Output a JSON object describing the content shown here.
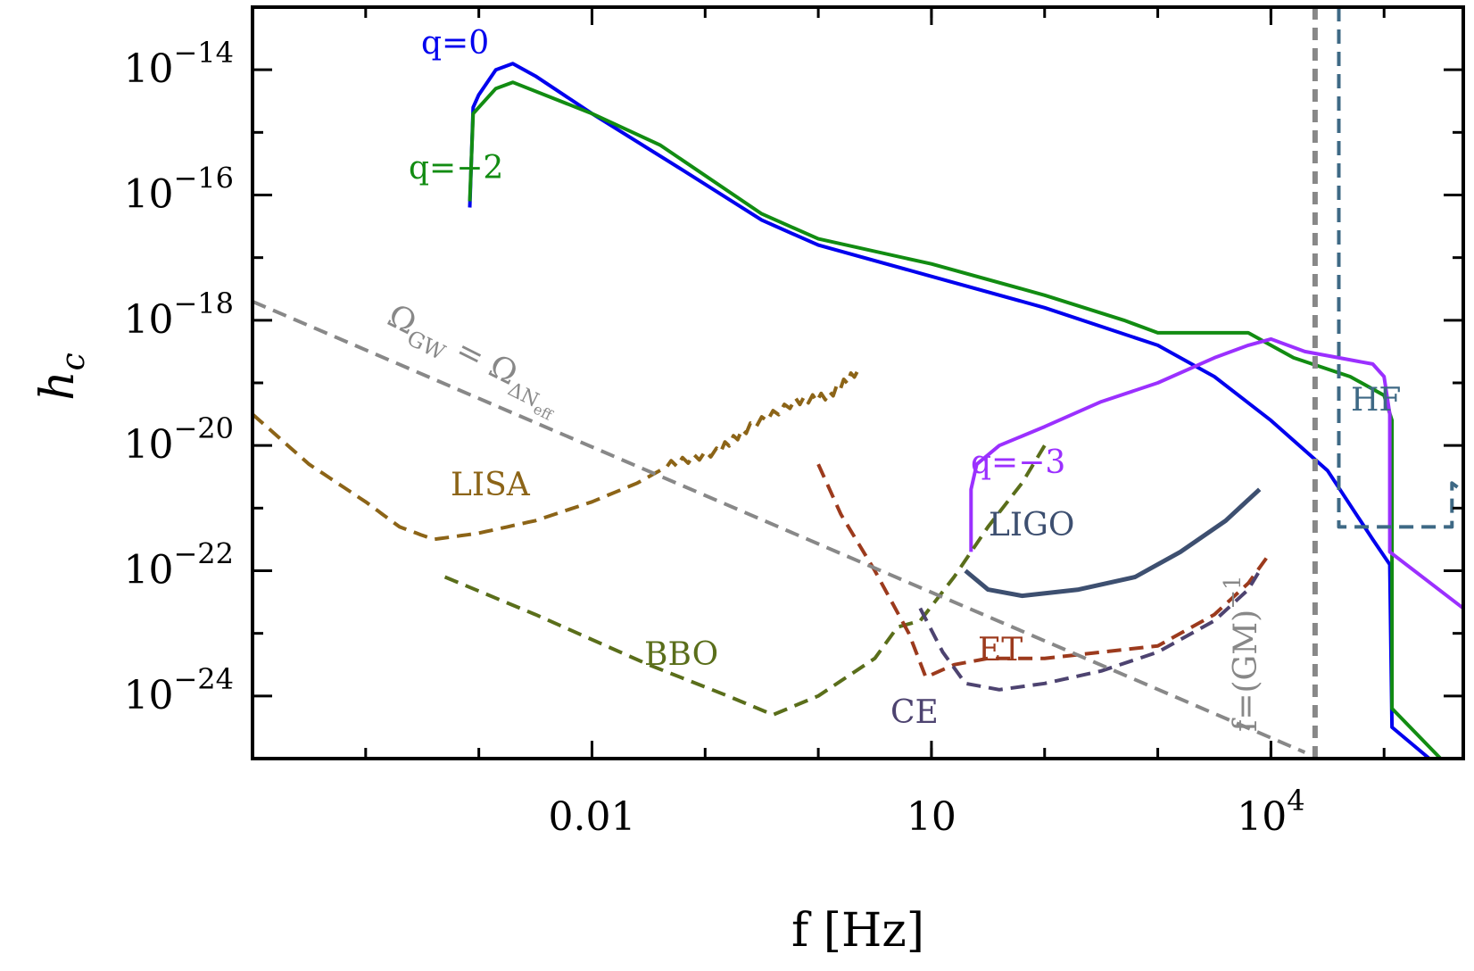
{
  "chart_data": {
    "type": "line",
    "title": "",
    "xlabel": "f [Hz]",
    "ylabel": "h_c",
    "xscale": "log",
    "yscale": "log",
    "xlim_log10": [
      -5,
      5.7
    ],
    "ylim_log10": [
      -25,
      -13
    ],
    "grid": false,
    "legend": "none (curves labeled inline)",
    "x_ticks": [
      {
        "log10": -2,
        "label": "0.01"
      },
      {
        "log10": 1,
        "label": "10"
      },
      {
        "log10": 4,
        "label": "10",
        "sup": "4"
      }
    ],
    "y_ticks": [
      {
        "log10": -14,
        "label": "10",
        "sup": "−14"
      },
      {
        "log10": -16,
        "label": "10",
        "sup": "−16"
      },
      {
        "log10": -18,
        "label": "10",
        "sup": "−18"
      },
      {
        "log10": -20,
        "label": "10",
        "sup": "−20"
      },
      {
        "log10": -22,
        "label": "10",
        "sup": "−22"
      },
      {
        "log10": -24,
        "label": "10",
        "sup": "−24"
      }
    ],
    "series": [
      {
        "name": "q=0",
        "color": "#0000ee",
        "dash": false,
        "width": 4,
        "points": [
          [
            -3.08,
            -16.2
          ],
          [
            -3.05,
            -14.6
          ],
          [
            -3.0,
            -14.4
          ],
          [
            -2.85,
            -14.0
          ],
          [
            -2.7,
            -13.9
          ],
          [
            -2.5,
            -14.1
          ],
          [
            -2.0,
            -14.7
          ],
          [
            -1.2,
            -15.6
          ],
          [
            -0.5,
            -16.4
          ],
          [
            0.0,
            -16.8
          ],
          [
            1.0,
            -17.3
          ],
          [
            2.0,
            -17.8
          ],
          [
            3.0,
            -18.4
          ],
          [
            3.5,
            -18.9
          ],
          [
            4.0,
            -19.6
          ],
          [
            4.5,
            -20.4
          ],
          [
            4.9,
            -21.5
          ],
          [
            5.05,
            -21.9
          ],
          [
            5.07,
            -24.5
          ],
          [
            5.4,
            -25.0
          ]
        ]
      },
      {
        "name": "q=−2",
        "color": "#128c12",
        "dash": false,
        "width": 4,
        "points": [
          [
            -3.08,
            -16.1
          ],
          [
            -3.05,
            -14.7
          ],
          [
            -3.0,
            -14.6
          ],
          [
            -2.85,
            -14.3
          ],
          [
            -2.7,
            -14.2
          ],
          [
            -2.0,
            -14.7
          ],
          [
            -1.4,
            -15.2
          ],
          [
            -0.5,
            -16.3
          ],
          [
            0.0,
            -16.7
          ],
          [
            1.0,
            -17.1
          ],
          [
            2.0,
            -17.6
          ],
          [
            2.7,
            -18.0
          ],
          [
            3.0,
            -18.2
          ],
          [
            3.8,
            -18.2
          ],
          [
            4.2,
            -18.6
          ],
          [
            4.7,
            -18.9
          ],
          [
            5.0,
            -19.2
          ],
          [
            5.07,
            -19.6
          ],
          [
            5.07,
            -24.2
          ],
          [
            5.5,
            -25.0
          ]
        ]
      },
      {
        "name": "q=−3",
        "color": "#9b30ff",
        "dash": false,
        "width": 4,
        "points": [
          [
            1.35,
            -21.7
          ],
          [
            1.35,
            -20.7
          ],
          [
            1.4,
            -20.3
          ],
          [
            1.6,
            -20.0
          ],
          [
            2.0,
            -19.7
          ],
          [
            2.5,
            -19.3
          ],
          [
            3.0,
            -19.0
          ],
          [
            3.5,
            -18.6
          ],
          [
            3.8,
            -18.4
          ],
          [
            4.0,
            -18.3
          ],
          [
            4.3,
            -18.5
          ],
          [
            4.6,
            -18.6
          ],
          [
            4.9,
            -18.7
          ],
          [
            5.0,
            -18.9
          ],
          [
            5.05,
            -19.5
          ],
          [
            5.05,
            -21.7
          ],
          [
            5.7,
            -22.6
          ]
        ]
      },
      {
        "name": "LISA",
        "color": "#8c6417",
        "dash": true,
        "width": 4,
        "jagged": true,
        "points": [
          [
            -5.0,
            -19.5
          ],
          [
            -4.5,
            -20.3
          ],
          [
            -4.0,
            -20.9
          ],
          [
            -3.7,
            -21.3
          ],
          [
            -3.4,
            -21.5
          ],
          [
            -3.0,
            -21.4
          ],
          [
            -2.5,
            -21.2
          ],
          [
            -2.0,
            -20.9
          ],
          [
            -1.6,
            -20.6
          ],
          [
            -1.3,
            -20.3
          ],
          [
            -0.9,
            -20.1
          ],
          [
            -0.6,
            -19.7
          ],
          [
            -0.2,
            -19.3
          ],
          [
            0.1,
            -19.2
          ],
          [
            0.35,
            -18.8
          ]
        ]
      },
      {
        "name": "BBO",
        "color": "#5a6e1a",
        "dash": true,
        "width": 4,
        "points": [
          [
            -3.3,
            -22.1
          ],
          [
            -2.5,
            -22.7
          ],
          [
            -1.5,
            -23.5
          ],
          [
            -0.8,
            -24.0
          ],
          [
            -0.4,
            -24.3
          ],
          [
            0.0,
            -24.0
          ],
          [
            0.5,
            -23.4
          ],
          [
            0.7,
            -22.9
          ],
          [
            0.9,
            -22.8
          ],
          [
            1.2,
            -22.1
          ],
          [
            1.5,
            -21.3
          ],
          [
            1.8,
            -20.6
          ],
          [
            2.0,
            -20.0
          ]
        ]
      },
      {
        "name": "ET",
        "color": "#9c3a1d",
        "dash": true,
        "width": 4,
        "points": [
          [
            0.0,
            -20.3
          ],
          [
            0.2,
            -21.1
          ],
          [
            0.5,
            -22.0
          ],
          [
            0.8,
            -23.0
          ],
          [
            0.95,
            -23.7
          ],
          [
            1.2,
            -23.5
          ],
          [
            1.5,
            -23.4
          ],
          [
            2.0,
            -23.4
          ],
          [
            2.5,
            -23.3
          ],
          [
            3.0,
            -23.2
          ],
          [
            3.5,
            -22.7
          ],
          [
            3.8,
            -22.2
          ],
          [
            4.0,
            -21.7
          ]
        ]
      },
      {
        "name": "CE",
        "color": "#4d4370",
        "dash": true,
        "width": 4,
        "points": [
          [
            0.9,
            -22.6
          ],
          [
            1.1,
            -23.3
          ],
          [
            1.3,
            -23.8
          ],
          [
            1.6,
            -23.9
          ],
          [
            2.0,
            -23.8
          ],
          [
            2.5,
            -23.6
          ],
          [
            3.0,
            -23.3
          ],
          [
            3.5,
            -22.8
          ],
          [
            3.8,
            -22.3
          ],
          [
            3.9,
            -22.0
          ]
        ]
      },
      {
        "name": "LIGO",
        "color": "#3d4f70",
        "dash": false,
        "width": 5,
        "points": [
          [
            1.3,
            -22.0
          ],
          [
            1.5,
            -22.3
          ],
          [
            1.8,
            -22.4
          ],
          [
            2.3,
            -22.3
          ],
          [
            2.8,
            -22.1
          ],
          [
            3.2,
            -21.7
          ],
          [
            3.6,
            -21.2
          ],
          [
            3.9,
            -20.7
          ]
        ]
      },
      {
        "name": "ΩGW = ΩΔNeff",
        "color": "#888888",
        "dash": true,
        "width": 4,
        "points": [
          [
            -5.0,
            -17.7
          ],
          [
            4.3,
            -24.9
          ]
        ]
      },
      {
        "name": "f=(GM)⁻¹",
        "color": "#888888",
        "dash": true,
        "width": 6,
        "points": [
          [
            4.39,
            -13.0
          ],
          [
            4.39,
            -25.0
          ]
        ]
      },
      {
        "name": "HF",
        "color": "#3e6985",
        "dash": true,
        "width": 4,
        "points": [
          [
            4.6,
            -13.0
          ],
          [
            4.6,
            -21.3
          ],
          [
            5.6,
            -21.3
          ],
          [
            5.6,
            -20.6
          ],
          [
            5.75,
            -20.8
          ]
        ]
      }
    ],
    "annotations": [
      {
        "text": "q=0",
        "color": "#0000ee",
        "series": "q=0"
      },
      {
        "text": "q=−2",
        "color": "#128c12",
        "series": "q=−2"
      },
      {
        "text": "q=−3",
        "color": "#9b30ff",
        "series": "q=−3"
      },
      {
        "text": "LISA",
        "color": "#8c6417",
        "series": "LISA"
      },
      {
        "text": "BBO",
        "color": "#5a6e1a",
        "series": "BBO"
      },
      {
        "text": "ET",
        "color": "#9c3a1d",
        "series": "ET"
      },
      {
        "text": "CE",
        "color": "#4d4370",
        "series": "CE"
      },
      {
        "text": "LIGO",
        "color": "#3d4f70",
        "series": "LIGO"
      },
      {
        "text": "HF",
        "color": "#3e6985",
        "series": "HF"
      },
      {
        "text": "f=(GM)",
        "sup": "−1",
        "color": "#888888",
        "series": "f=(GM)⁻¹"
      },
      {
        "text": "Ω",
        "sub": "GW",
        "text2": " = Ω",
        "sub2": "ΔN",
        "sub3": "eff",
        "color": "#888888",
        "series": "ΩGW = ΩΔNeff"
      }
    ]
  }
}
